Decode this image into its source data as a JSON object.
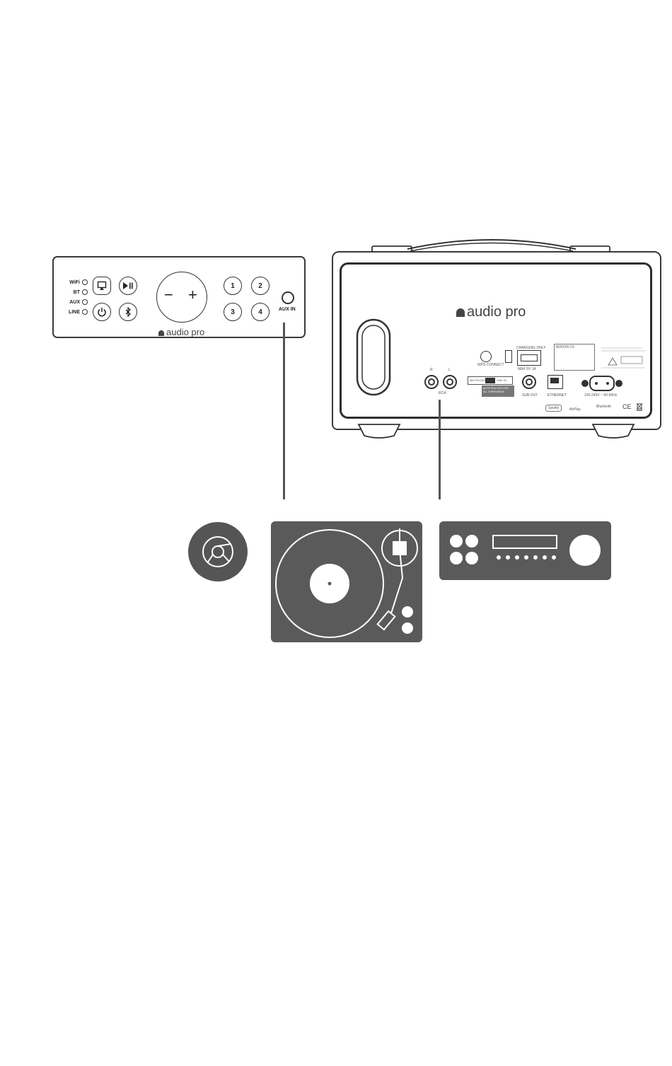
{
  "panel": {
    "leds": [
      "WiFi",
      "BT",
      "AUX",
      "LINE"
    ],
    "presets": [
      "1",
      "2",
      "3",
      "4"
    ],
    "volume_minus": "−",
    "volume_plus": "+",
    "brand": "audio pro",
    "aux_in_label": "AUX IN",
    "icons": [
      "airplay-icon",
      "play-pause-icon",
      "power-icon",
      "bluetooth-icon"
    ]
  },
  "rear": {
    "brand": "audio pro",
    "wps_label": "WPS CONNECT",
    "charging_label": "CHARGING ONLY",
    "usb_label": "MAX 5V 1A",
    "rca_r": "R",
    "rca_l": "L",
    "rca_label": "RCA",
    "switch_left": "MM PHONO",
    "switch_right": "LINE IN",
    "switch_note": "AUTO PLAY NOT FOR ALL TURNTABLES",
    "sub_out_label": "SUB OUT",
    "ethernet_label": "ETHERNET",
    "power_label": "100-240V ~ 50-60Hz",
    "model": "ADDON C5",
    "ce_mark": "CE",
    "spotify_label": "Spotify",
    "airplay_label": "AirPlay",
    "bluetooth_label": "Bluetooth"
  },
  "colors": {
    "device_fill": "#5a5a5a",
    "outline": "#333333",
    "cable": "#555555"
  }
}
